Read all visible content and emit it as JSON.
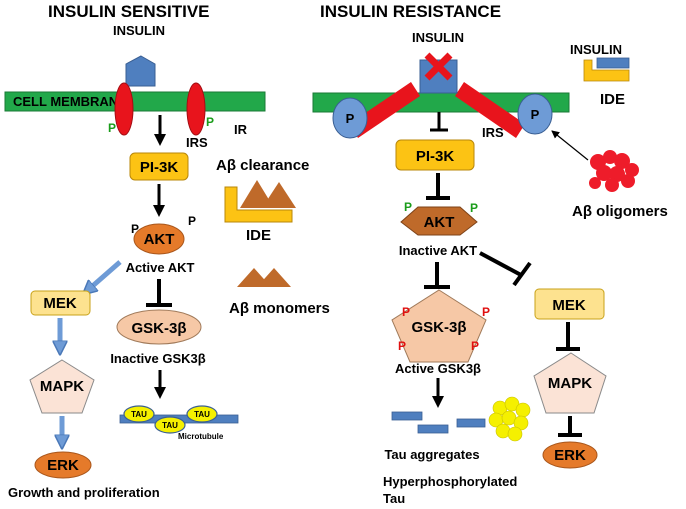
{
  "left": {
    "title": "INSULIN SENSITIVE",
    "insulin": "INSULIN",
    "cell_membrane": "CELL MEMBRANE",
    "irs": "IRS",
    "ir": "IR",
    "p": "P",
    "pi3k": "PI-3K",
    "abeta_clearance": "Aβ clearance",
    "ide": "IDE",
    "akt": "AKT",
    "active_akt": "Active AKT",
    "abeta_monomers": "Aβ monomers",
    "mek": "MEK",
    "gsk3b": "GSK-3β",
    "inactive_gsk3b": "Inactive GSK3β",
    "mapk": "MAPK",
    "tau": "TAU",
    "microtubule": "Microtubule",
    "erk": "ERK",
    "growth": "Growth and proliferation"
  },
  "right": {
    "title": "INSULIN RESISTANCE",
    "insulin": "INSULIN",
    "legend_insulin": "INSULIN",
    "legend_ide": "IDE",
    "irs": "IRS",
    "p": "P",
    "pi3k": "PI-3K",
    "akt": "AKT",
    "inactive_akt": "Inactive AKT",
    "abeta_oligomers": "Aβ oligomers",
    "gsk3b": "GSK-3β",
    "active_gsk3b": "Active GSK3β",
    "mek": "MEK",
    "mapk": "MAPK",
    "erk": "ERK",
    "tau_aggregates": "Tau aggregates",
    "hyper_line1": "Hyperphosphorylated",
    "hyper_line2": "Tau"
  },
  "colors": {
    "membrane": "#22a84a",
    "insulin": "#4f7fbf",
    "receptor_red": "#e8141c",
    "pi3k_fill": "#fcc314",
    "akt_fill": "#e57a2a",
    "gsk_fill": "#f6c8a6",
    "mek_fill": "#fde28f",
    "mapk_fill": "#fbe3d6",
    "erk_fill": "#e57a2a",
    "abeta_brown": "#bf6a2a",
    "ide_yellow": "#fcc314",
    "tau_yellow": "#f5f000",
    "oligomer_red": "#ee1c2a",
    "p_blue": "#6e9bd6",
    "arrow_blue": "#6e9bd6"
  }
}
